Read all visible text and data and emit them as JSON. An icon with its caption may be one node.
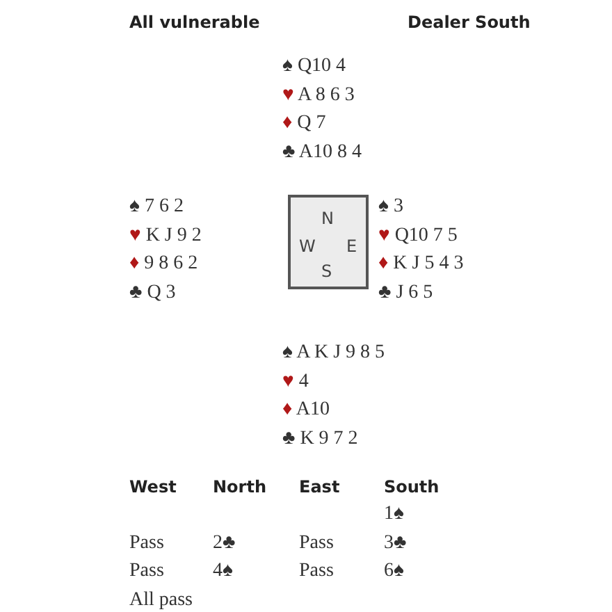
{
  "diagram": {
    "nodes": [
      {
        "text": [
          "N",
          "W",
          "E",
          "S"
        ]
      }
    ],
    "edges": [],
    "labels": [
      "All vulnerable",
      "Dealer South",
      "♠ Q10 4",
      "♥ A 8 6 3",
      "♦ Q 7",
      "♣ A10 8 4",
      "♠ 7 6 2",
      "♥ K J 9 2",
      "♦ 9 8 6 2",
      "♣ Q 3",
      "♠ 3",
      "♥ Q10 7 5",
      "♦ K J 5 4 3",
      "♣ J 6 5",
      "♠ A K J 9 8 5",
      "♥ 4",
      "♦ A10",
      "♣ K 9 7 2",
      "West",
      "North",
      "East",
      "South",
      "1♠",
      "Pass",
      "2♣",
      "Pass",
      "3♣",
      "Pass",
      "4♠",
      "Pass",
      "6♠",
      "All pass"
    ]
  }
}
